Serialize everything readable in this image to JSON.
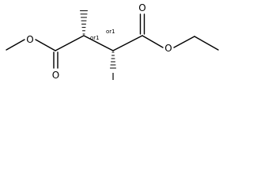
{
  "molecule": {
    "atoms": {
      "o_carbonyl_left": "O",
      "o_ester_left": "O",
      "o_carbonyl_right": "O",
      "o_ester_right": "O",
      "iodine": "I"
    },
    "stereo_labels": {
      "center_left": "or1",
      "center_right": "or1"
    }
  }
}
